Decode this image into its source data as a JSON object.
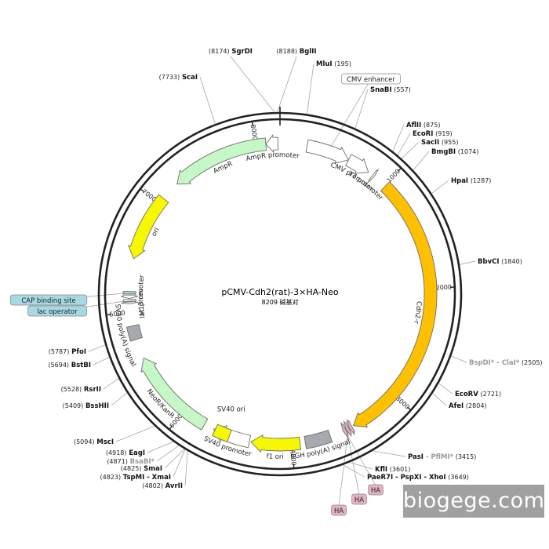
{
  "plasmid": {
    "name": "pCMV-Cdh2(rat)-3×HA-Neo",
    "size_label": "8209 碱基对",
    "length": 8209
  },
  "watermark": "biogege.com",
  "colors": {
    "yellow": "#f7f700",
    "orange": "#ffc000",
    "green": "#c6f7c6",
    "gray": "#a6a9ad",
    "white": "#ffffff",
    "pink": "#e6b3c6",
    "cyan": "#a7d9e4"
  },
  "features": [
    {
      "name": "CMV enhancer",
      "start": 236,
      "end": 616,
      "dir": 1,
      "color": "white",
      "label_kind": "box"
    },
    {
      "name": "CMV promoter",
      "start": 617,
      "end": 820,
      "dir": 1,
      "color": "white",
      "label_kind": "curved"
    },
    {
      "name": "T7 promoter",
      "start": 865,
      "end": 883,
      "dir": 1,
      "color": "white",
      "label_kind": "curved"
    },
    {
      "name": "Cdh2-r",
      "start": 1010,
      "end": 3440,
      "dir": 1,
      "color": "orange",
      "label_kind": "curved"
    },
    {
      "name": "HA",
      "start": 3455,
      "end": 3481,
      "dir": 1,
      "color": "pink",
      "label_kind": "box"
    },
    {
      "name": "HA",
      "start": 3485,
      "end": 3511,
      "dir": 1,
      "color": "pink",
      "label_kind": "box"
    },
    {
      "name": "HA",
      "start": 3515,
      "end": 3541,
      "dir": 1,
      "color": "pink",
      "label_kind": "box"
    },
    {
      "name": "bGH poly(A) signal",
      "start": 3660,
      "end": 3884,
      "dir": 0,
      "color": "gray",
      "label_kind": "curved"
    },
    {
      "name": "f1 ori",
      "start": 3930,
      "end": 4358,
      "dir": 1,
      "color": "yellow",
      "label_kind": "curved"
    },
    {
      "name": "SV40 promoter",
      "start": 4372,
      "end": 4701,
      "dir": 1,
      "color": "white",
      "label_kind": "curved"
    },
    {
      "name": "SV40 ori",
      "start": 4552,
      "end": 4687,
      "dir": 0,
      "color": "yellow",
      "label_kind": "inner"
    },
    {
      "name": "NeoR/KanR",
      "start": 4790,
      "end": 5584,
      "dir": 1,
      "color": "green",
      "label_kind": "curved"
    },
    {
      "name": "SV40 poly(A) signal",
      "start": 5758,
      "end": 5879,
      "dir": 0,
      "color": "gray",
      "label_kind": "curved"
    },
    {
      "name": "M13 rev",
      "start": 6073,
      "end": 6089,
      "dir": -1,
      "color": "white",
      "label_kind": "curved"
    },
    {
      "name": "lac operator",
      "start": 6095,
      "end": 6111,
      "dir": 0,
      "color": "white",
      "label_kind": "box"
    },
    {
      "name": "lac promoter",
      "start": 6119,
      "end": 6149,
      "dir": -1,
      "color": "white",
      "label_kind": "curved"
    },
    {
      "name": "CAP binding site",
      "start": 6158,
      "end": 6179,
      "dir": 0,
      "color": "cyan",
      "label_kind": "box"
    },
    {
      "name": "ori",
      "start": 6467,
      "end": 7055,
      "dir": -1,
      "color": "yellow",
      "label_kind": "curved"
    },
    {
      "name": "AmpR",
      "start": 7226,
      "end": 8086,
      "dir": -1,
      "color": "green",
      "label_kind": "curved"
    },
    {
      "name": "AmpR promoter",
      "start": 8087,
      "end": 8191,
      "dir": -1,
      "color": "white",
      "label_kind": "curved"
    }
  ],
  "sites": [
    {
      "enzyme": "SgrDI",
      "pos": "(8174)",
      "bp": 8174
    },
    {
      "enzyme": "BglII",
      "pos": "(8188)",
      "bp": 8188
    },
    {
      "enzyme": "MluI",
      "pos": "(195)",
      "bp": 195
    },
    {
      "enzyme": "SnaBI",
      "pos": "(557)",
      "bp": 557
    },
    {
      "enzyme": "AflII",
      "pos": "(875)",
      "bp": 875
    },
    {
      "enzyme": "EcoRI",
      "pos": "(919)",
      "bp": 919
    },
    {
      "enzyme": "SacII",
      "pos": "(955)",
      "bp": 955
    },
    {
      "enzyme": "BmgBI",
      "pos": "(1074)",
      "bp": 1074
    },
    {
      "enzyme": "HpaI",
      "pos": "(1287)",
      "bp": 1287
    },
    {
      "enzyme": "BbvCI",
      "pos": "(1840)",
      "bp": 1840
    },
    {
      "enzyme": "BspDI* - ClaI*",
      "pos": "(2505)",
      "bp": 2505,
      "muted": true
    },
    {
      "enzyme": "EcoRV",
      "pos": "(2721)",
      "bp": 2721
    },
    {
      "enzyme": "AfeI",
      "pos": "(2804)",
      "bp": 2804
    },
    {
      "enzyme": "PasI",
      "pos": "(3415)",
      "bp": 3415,
      "extra": " - PflMI*"
    },
    {
      "enzyme": "KflI",
      "pos": "(3601)",
      "bp": 3601
    },
    {
      "enzyme": "PaeR7I - PspXI - XhoI",
      "pos": "(3649)",
      "bp": 3649
    },
    {
      "enzyme": "AvrII",
      "pos": "(4802)",
      "bp": 4802
    },
    {
      "enzyme": "TspMI - XmaI",
      "pos": "(4823)",
      "bp": 4823
    },
    {
      "enzyme": "SmaI",
      "pos": "(4825)",
      "bp": 4825
    },
    {
      "enzyme": "BsaBI*",
      "pos": "(4871)",
      "bp": 4871,
      "muted": true
    },
    {
      "enzyme": "EagI",
      "pos": "(4918)",
      "bp": 4918
    },
    {
      "enzyme": "MscI",
      "pos": "(5094)",
      "bp": 5094
    },
    {
      "enzyme": "BssHII",
      "pos": "(5409)",
      "bp": 5409
    },
    {
      "enzyme": "RsrII",
      "pos": "(5528)",
      "bp": 5528
    },
    {
      "enzyme": "BstBI",
      "pos": "(5694)",
      "bp": 5694
    },
    {
      "enzyme": "PfoI",
      "pos": "(5787)",
      "bp": 5787
    },
    {
      "enzyme": "ScaI",
      "pos": "(7733)",
      "bp": 7733
    }
  ],
  "ticks": [
    {
      "bp": 1000,
      "label": "1000"
    },
    {
      "bp": 2000,
      "label": "2000"
    },
    {
      "bp": 3000,
      "label": "3000"
    },
    {
      "bp": 4000,
      "label": "4000"
    },
    {
      "bp": 5000,
      "label": "5000"
    },
    {
      "bp": 6000,
      "label": "6000"
    },
    {
      "bp": 7000,
      "label": "7000"
    },
    {
      "bp": 8000,
      "label": "8000"
    }
  ]
}
